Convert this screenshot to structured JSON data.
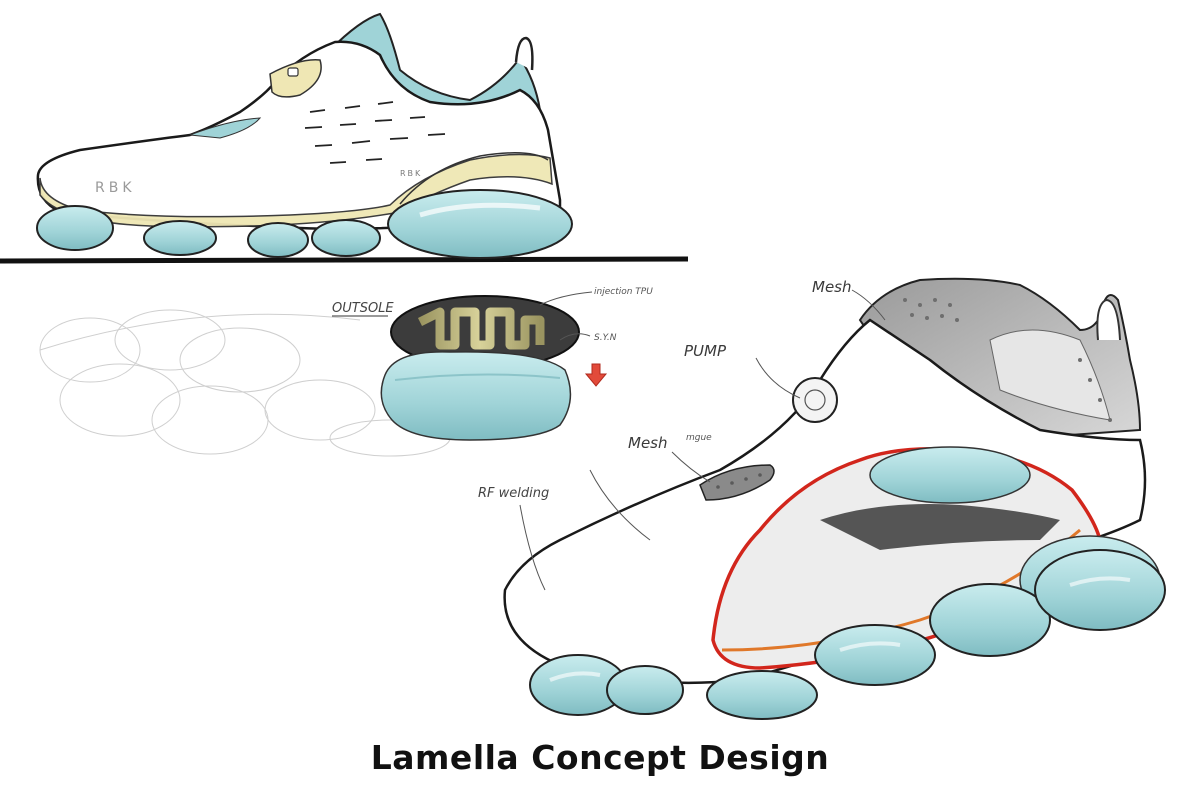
{
  "title": "Lamella Concept Design",
  "annotations": {
    "outsole": "OUTSOLE",
    "injection_tpu": "injection TPU",
    "syn": "S.Y.N",
    "pump": "PUMP",
    "mesh_upper": "Mesh",
    "mesh_tongue": "Mesh",
    "mesh_tongue_note": "mgue",
    "rf_welding": "RF welding"
  },
  "brand_marks": {
    "side_logo": "RBK",
    "band_logo": "RBK"
  },
  "colors": {
    "ice_blue": "#a9d8dc",
    "cream": "#efe7b4",
    "red_trim": "#d2261c",
    "orange_trim": "#e0782a",
    "olive_logo": "#b8b27a",
    "dark_grey": "#4a4a4a"
  }
}
